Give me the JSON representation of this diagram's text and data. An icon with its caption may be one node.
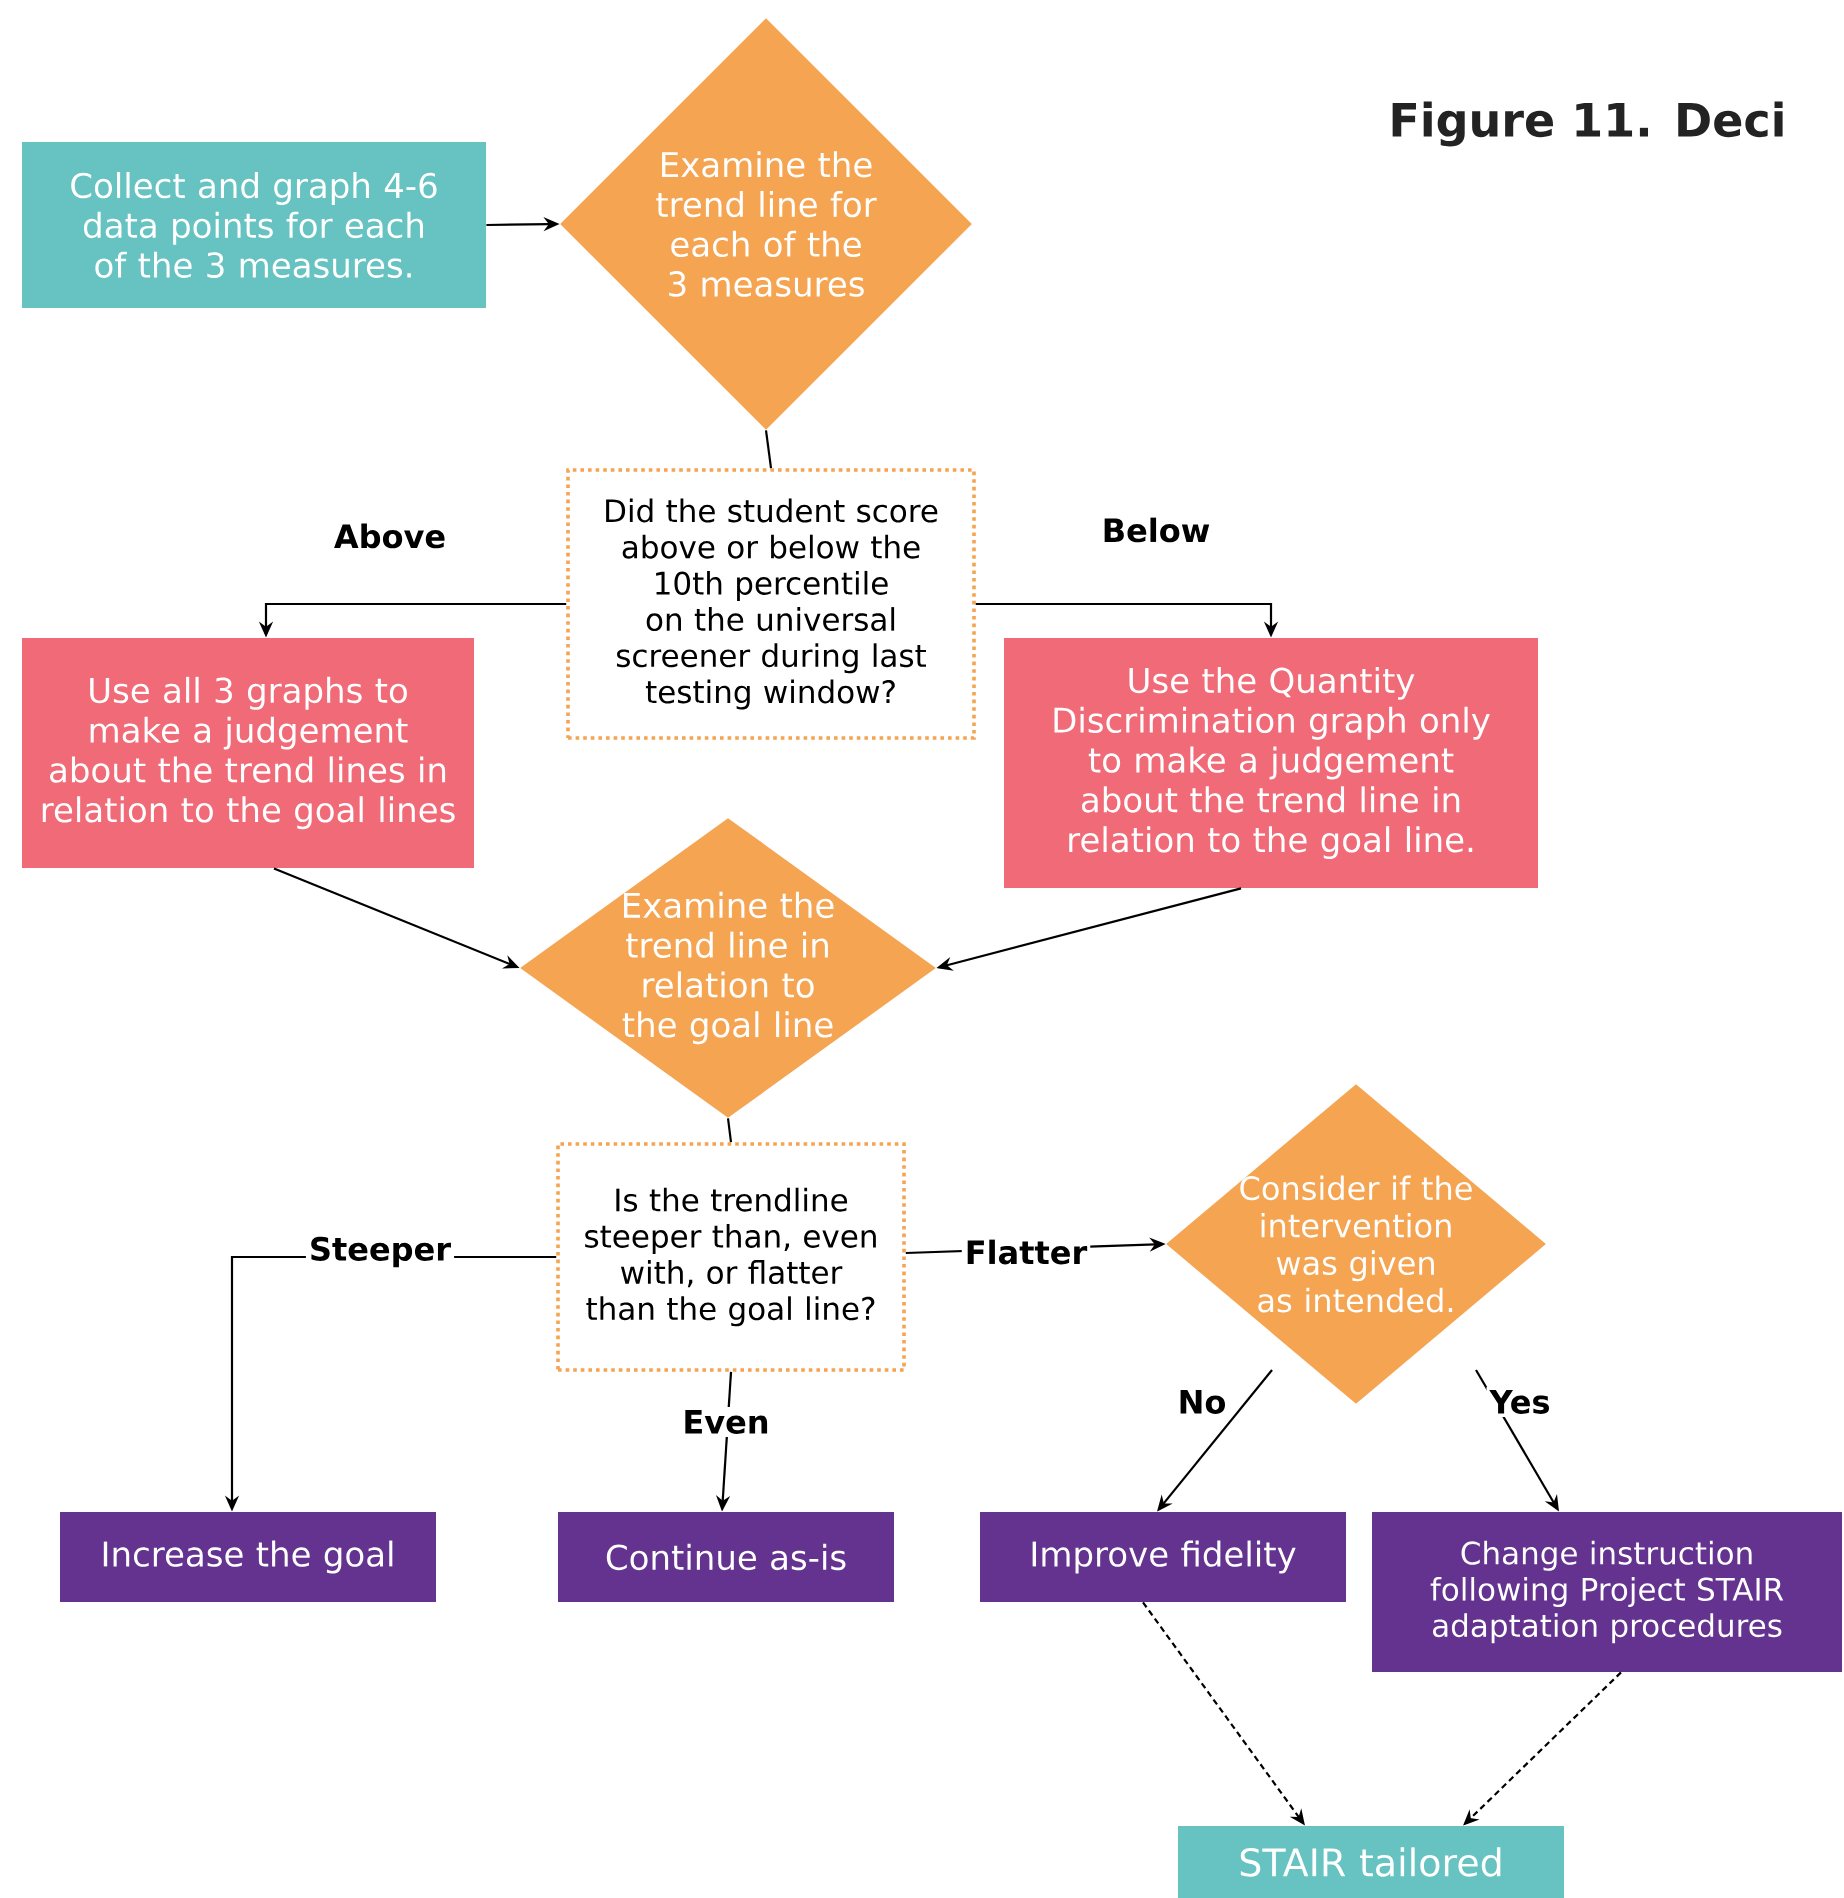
{
  "diagram": {
    "title": "Figure 11. Deci",
    "nodes": [
      {
        "text": [
          "Collect and graph 4-6 data points for each of the 3 measures."
        ]
      },
      {
        "text": [
          "Examine the trend line for each of the 3 measures"
        ]
      },
      {
        "text": [
          "Did the student score above or below the 10th percentile on the universal screener during last testing window?"
        ]
      },
      {
        "text": [
          "Use all 3 graphs to make a judgement about the trend lines in relation to the goal lines"
        ]
      },
      {
        "text": [
          "Use the Quantity Discrimination graph only to make a judgement about the trend line in relation to the goal line."
        ]
      },
      {
        "text": [
          "Examine the trend line in relation to the goal line"
        ]
      },
      {
        "text": [
          "Is the trendline steeper than, even with, or flatter than the goal line?"
        ]
      },
      {
        "text": [
          "Consider if the intervention was given as intended."
        ]
      },
      {
        "text": [
          "Increase the goal"
        ]
      },
      {
        "text": [
          "Continue as-is"
        ]
      },
      {
        "text": [
          "Improve fidelity"
        ]
      },
      {
        "text": [
          "Change instruction following Project STAIR adaptation procedures"
        ]
      },
      {
        "text": [
          "STAIR tailored"
        ]
      }
    ],
    "edges": [
      {
        "from": 0,
        "to": 1,
        "arrow": "to"
      },
      {
        "from": 1,
        "to": 2,
        "arrow": "none"
      },
      {
        "from": 2,
        "to": 3,
        "arrow": "to",
        "label": "Above"
      },
      {
        "from": 2,
        "to": 4,
        "arrow": "to",
        "label": "Below"
      },
      {
        "from": 3,
        "to": 5,
        "arrow": "to"
      },
      {
        "from": 4,
        "to": 5,
        "arrow": "to"
      },
      {
        "from": 5,
        "to": 6,
        "arrow": "none"
      },
      {
        "from": 6,
        "to": 8,
        "arrow": "to",
        "label": "Steeper"
      },
      {
        "from": 6,
        "to": 9,
        "arrow": "to",
        "label": "Even"
      },
      {
        "from": 6,
        "to": 7,
        "arrow": "to",
        "label": "Flatter"
      },
      {
        "from": 7,
        "to": 10,
        "arrow": "to",
        "label": "No"
      },
      {
        "from": 7,
        "to": 11,
        "arrow": "to",
        "label": "Yes"
      },
      {
        "from": 10,
        "to": 12,
        "arrow": "to",
        "style": "dashed"
      },
      {
        "from": 11,
        "to": 12,
        "arrow": "to",
        "style": "dashed"
      }
    ]
  }
}
